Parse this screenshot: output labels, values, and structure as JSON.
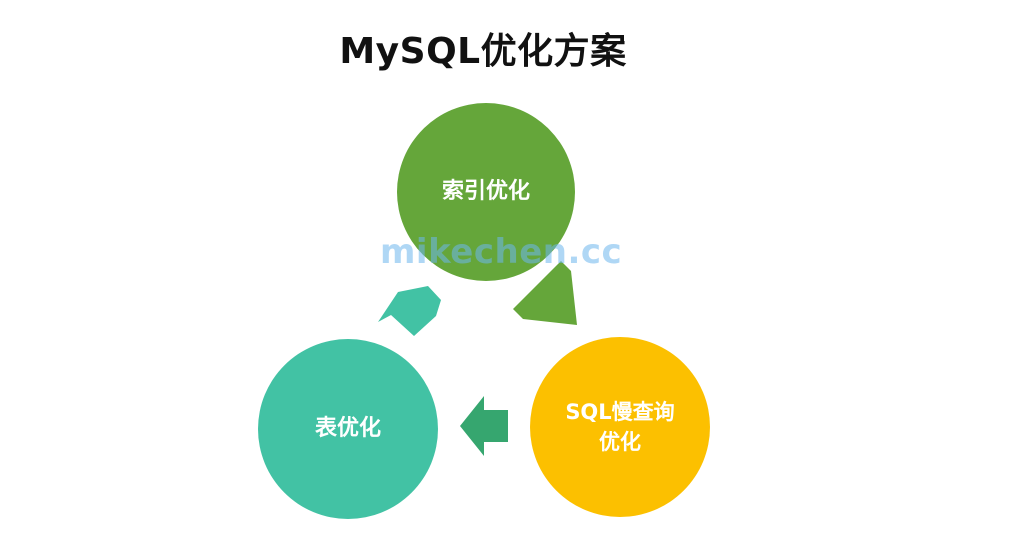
{
  "title": "MySQL优化方案",
  "watermark": "mikechen.cc",
  "nodes": {
    "index": {
      "label": "索引优化",
      "color": "#65A63A"
    },
    "slow_query": {
      "label_line1": "SQL慢查询",
      "label_line2": "优化",
      "color": "#FCC000"
    },
    "table": {
      "label": "表优化",
      "color": "#42C2A4"
    }
  },
  "arrows": {
    "index_to_slow_query": "#65A63A",
    "slow_query_to_table": "#36A66F",
    "table_to_index": "#42C2A4"
  },
  "colors": {
    "title": "#111111",
    "watermark": "#6EB7EE",
    "label_text": "#FFFFFF"
  }
}
